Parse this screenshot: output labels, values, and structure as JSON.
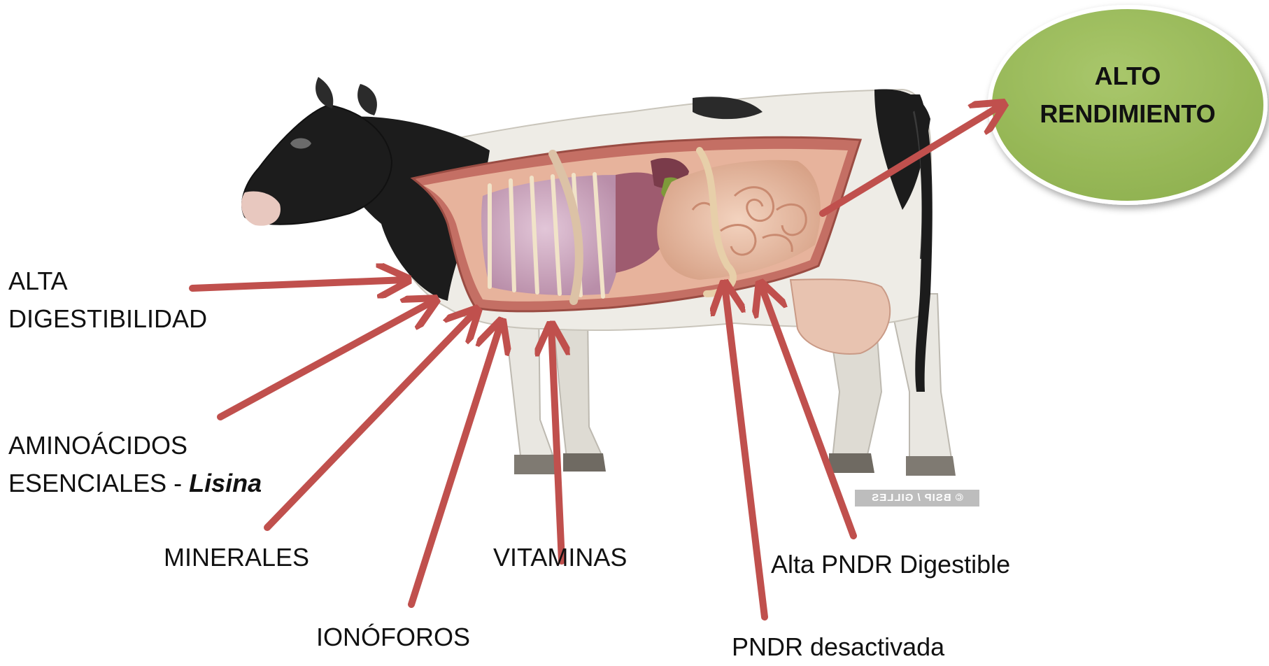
{
  "left_labels": {
    "alta_digestibilidad": [
      "ALTA",
      "DIGESTIBILIDAD"
    ],
    "aminoacidos": {
      "line1": "AMINOÁCIDOS",
      "line2_prefix": "ESENCIALES - ",
      "line2_emphasis": "Lisina"
    }
  },
  "bottom_labels": {
    "minerales": "MINERALES",
    "ionoforos": "IONÓFOROS",
    "vitaminas": "VITAMINAS",
    "pndr_digestible": "Alta PNDR Digestible",
    "pndr_desactivada": "PNDR desactivada"
  },
  "outcome": {
    "line1": "ALTO",
    "line2": "RENDIMIENTO"
  },
  "watermark": "© BSIP / GILLES",
  "colors": {
    "arrow": "#c0504d",
    "ellipse_fill": "#9bbb59",
    "ellipse_stroke": "#ffffff",
    "body_white": "#eeece6",
    "hide_black": "#1c1c1c",
    "lung": "#c9a3bd",
    "intestine": "#e9c0a6",
    "cavity_wall": "#c46f64",
    "udder": "#e8c3b0"
  }
}
